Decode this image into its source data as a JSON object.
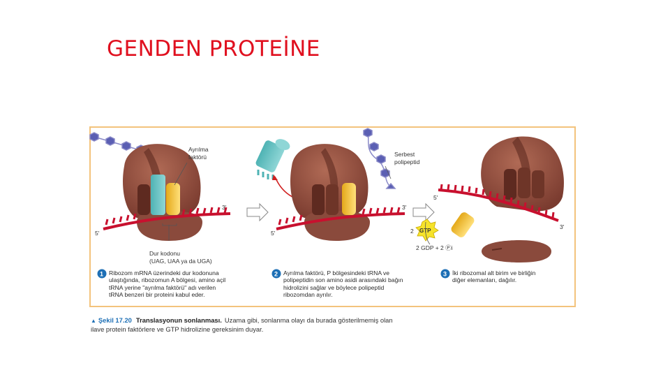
{
  "slide": {
    "title": "GENDEN PROTEİNE"
  },
  "figure": {
    "labels": {
      "release_factor": [
        "Ayrılma",
        "faktörü"
      ],
      "free_polypeptide": [
        "Serbest",
        "polipeptid"
      ],
      "stop_codon": [
        "Dur kodonu",
        "(UAG, UAA ya da UGA)"
      ],
      "five_prime": "5'",
      "three_prime": "3'",
      "gtp": "GTP",
      "two": "2",
      "gdp_line": "2 GDP + 2 Ⓟi"
    },
    "steps": [
      {
        "number": "1",
        "lines": [
          "Ribozom mRNA üzerindeki dur kodonuna",
          "ulaştığında, ribozomun A bölgesi, amino açil",
          "tRNA yerine \"ayrılma faktörü\" adı verilen",
          "tRNA benzeri bir proteini kabul eder."
        ]
      },
      {
        "number": "2",
        "lines": [
          "Ayrılma faktörü, P bölgesindeki tRNA ve",
          "polipeptidin son amino asidi arasındaki bağın",
          "hidrolizini sağlar ve böylece polipeptid",
          "ribozomdan ayrılır."
        ]
      },
      {
        "number": "3",
        "lines": [
          "İki ribozomal alt birim ve birliğin",
          "diğer elemanları, dağılır."
        ]
      }
    ],
    "caption": {
      "figure_no": "Şekil 17.20",
      "title": "Translasyonun sonlanması.",
      "text_line1": "Uzama gibi, sonlanma olayı da burada gösterilmemiş olan",
      "text_line2": "ilave protein faktörlere ve GTP hidrolizine gereksinim duyar."
    },
    "colors": {
      "title": "#e0101f",
      "frame": "#f3c37c",
      "ribosome": "#8a4a3c",
      "ribosome_dark": "#6e3528",
      "mrna": "#c8102e",
      "release_factor": "#6ec3c4",
      "trna_yellow": "#f2c230",
      "polypeptide": "#5b5fb3",
      "step_badge": "#1d6fb5"
    }
  }
}
